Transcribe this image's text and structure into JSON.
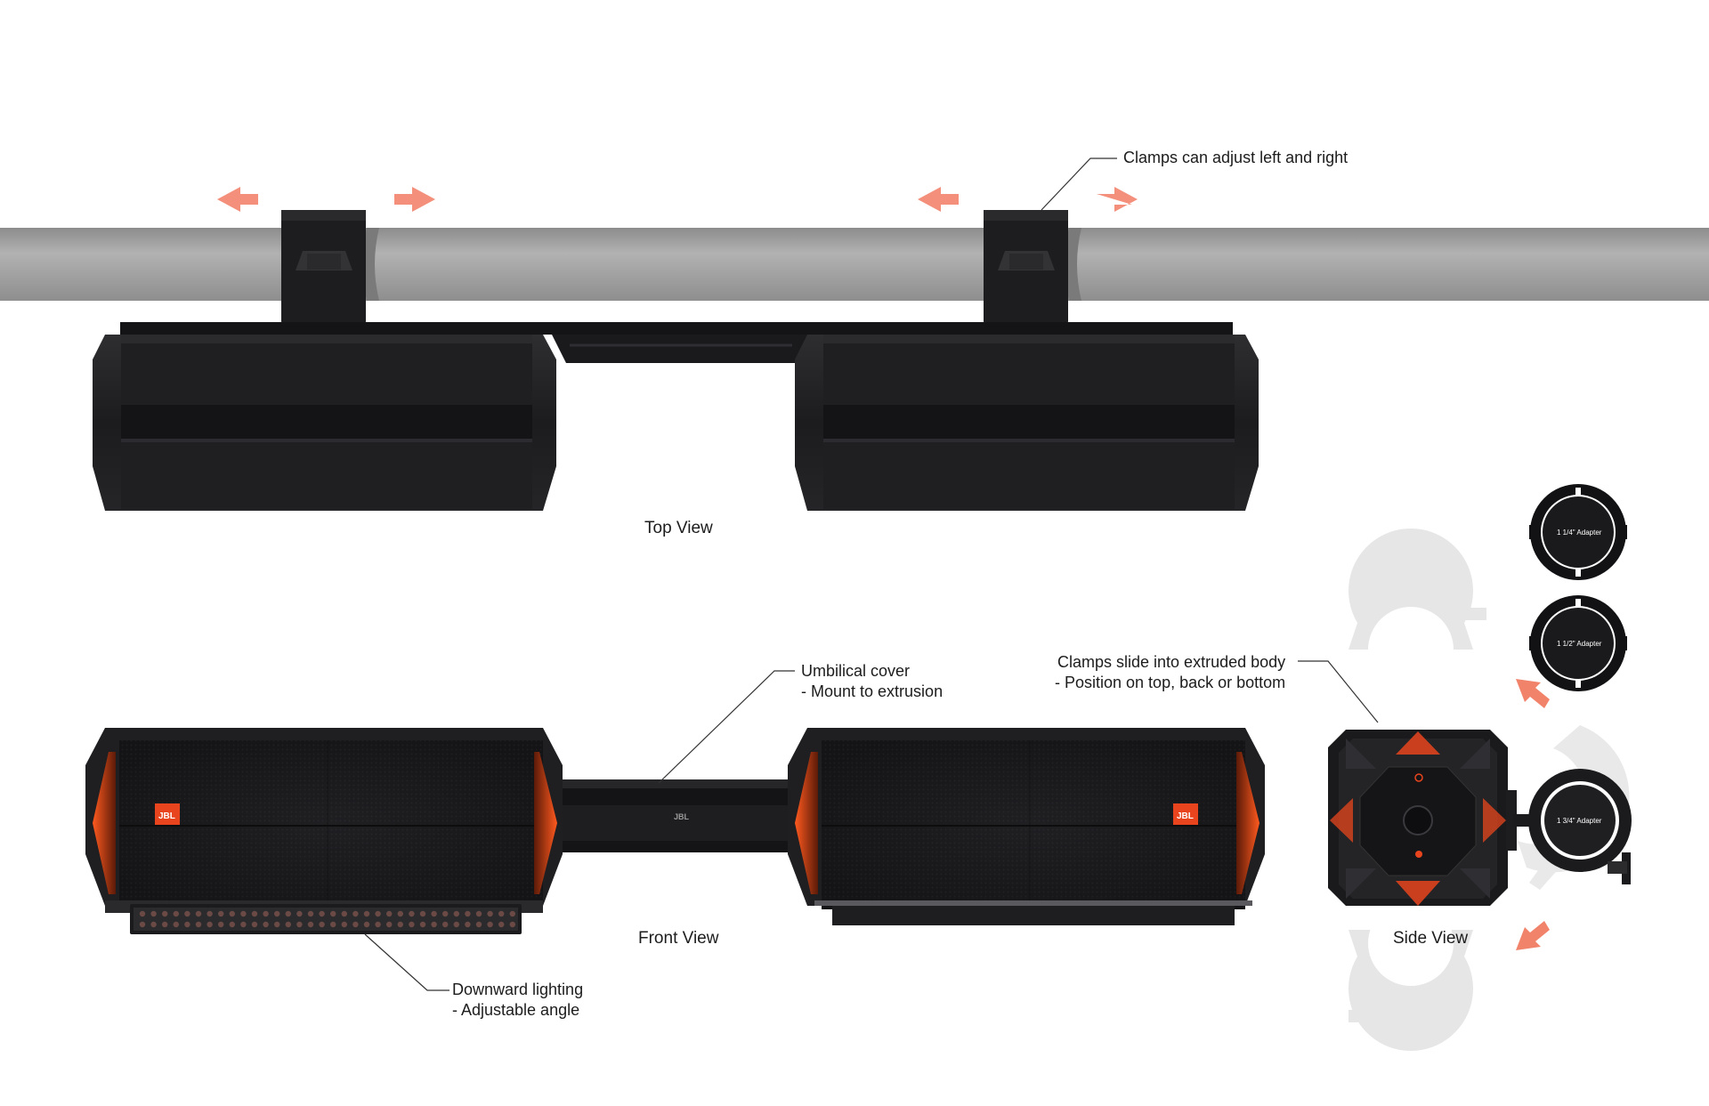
{
  "views": {
    "top": "Top View",
    "front": "Front View",
    "side": "Side View"
  },
  "callouts": {
    "clamps_adjust": "Clamps can adjust left and right",
    "umbilical_line1": "Umbilical cover",
    "umbilical_line2": "- Mount to extrusion",
    "clamps_slide_line1": "Clamps slide into extruded body",
    "clamps_slide_line2": "- Position on top, back or bottom",
    "lighting_line1": "Downward lighting",
    "lighting_line2": "- Adjustable angle"
  },
  "adapters": [
    {
      "label": "1 1/4\" Adapter"
    },
    {
      "label": "1 1/2\" Adapter"
    },
    {
      "label": "1 3/4\" Adapter"
    }
  ],
  "brand": {
    "logo_text": "JBL"
  },
  "colors": {
    "accent_orange": "#e8451e",
    "arrow_salmon": "#f2836b",
    "speaker_body": "#1c1c1e",
    "tube_gray": "#a3a3a3",
    "ghost_gray": "#e8e8e8"
  }
}
